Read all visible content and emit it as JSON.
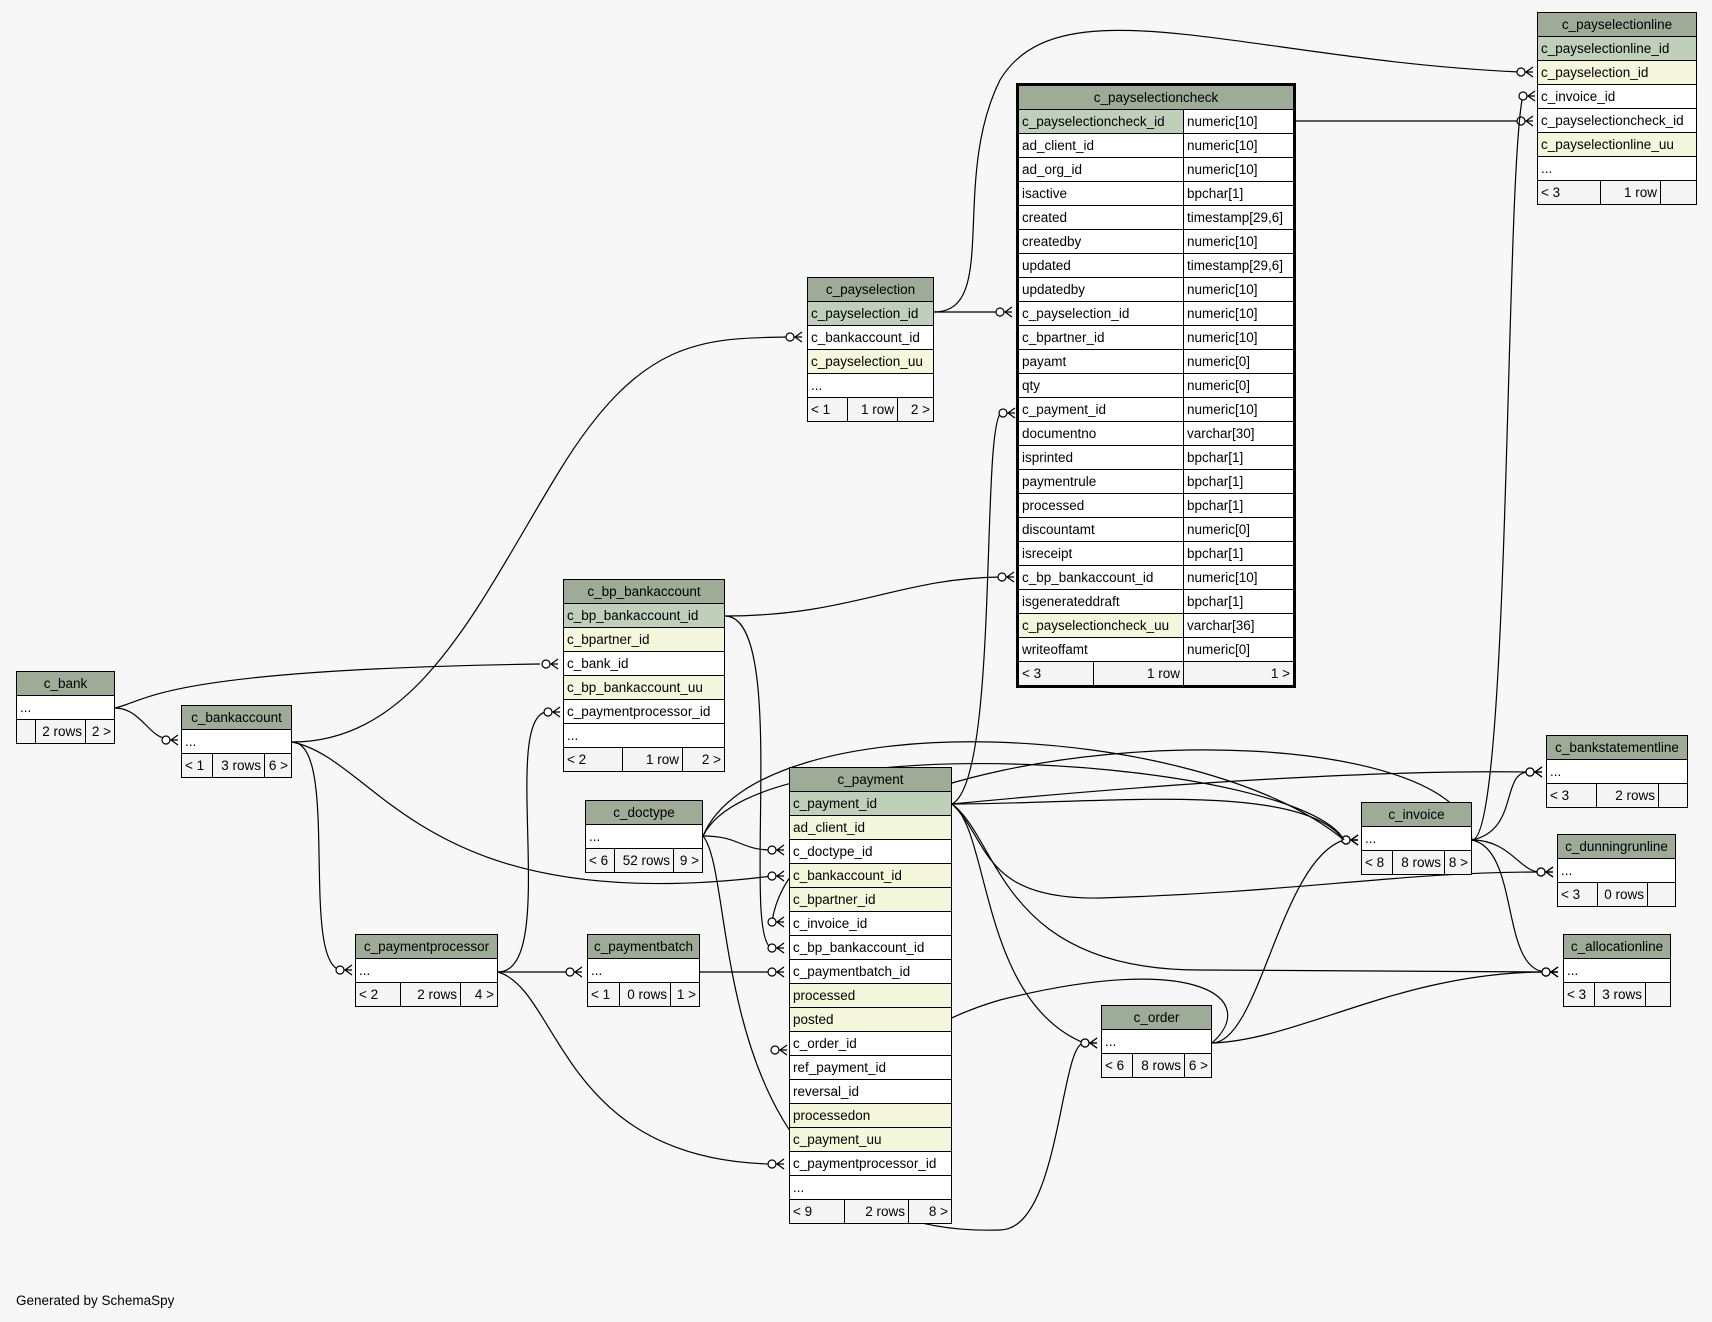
{
  "footer": "Generated by SchemaSpy",
  "tables": {
    "c_payselectionline": {
      "name": "c_payselectionline",
      "columns": [
        {
          "name": "c_payselectionline_id",
          "kind": "pk"
        },
        {
          "name": "c_payselection_id",
          "kind": "fk"
        },
        {
          "name": "c_invoice_id",
          "kind": "plain"
        },
        {
          "name": "c_payselectioncheck_id",
          "kind": "plain"
        },
        {
          "name": "c_payselectionline_uu",
          "kind": "fk"
        },
        {
          "name": "...",
          "kind": "plain"
        }
      ],
      "footer": {
        "parents": "< 3",
        "rows": "1 row",
        "children": ""
      }
    },
    "c_payselectioncheck": {
      "name": "c_payselectioncheck",
      "columns": [
        {
          "name": "c_payselectioncheck_id",
          "type": "numeric[10]",
          "kind": "pk"
        },
        {
          "name": "ad_client_id",
          "type": "numeric[10]",
          "kind": "plain"
        },
        {
          "name": "ad_org_id",
          "type": "numeric[10]",
          "kind": "plain"
        },
        {
          "name": "isactive",
          "type": "bpchar[1]",
          "kind": "plain"
        },
        {
          "name": "created",
          "type": "timestamp[29,6]",
          "kind": "plain"
        },
        {
          "name": "createdby",
          "type": "numeric[10]",
          "kind": "plain"
        },
        {
          "name": "updated",
          "type": "timestamp[29,6]",
          "kind": "plain"
        },
        {
          "name": "updatedby",
          "type": "numeric[10]",
          "kind": "plain"
        },
        {
          "name": "c_payselection_id",
          "type": "numeric[10]",
          "kind": "plain"
        },
        {
          "name": "c_bpartner_id",
          "type": "numeric[10]",
          "kind": "plain"
        },
        {
          "name": "payamt",
          "type": "numeric[0]",
          "kind": "plain"
        },
        {
          "name": "qty",
          "type": "numeric[0]",
          "kind": "plain"
        },
        {
          "name": "c_payment_id",
          "type": "numeric[10]",
          "kind": "plain"
        },
        {
          "name": "documentno",
          "type": "varchar[30]",
          "kind": "plain"
        },
        {
          "name": "isprinted",
          "type": "bpchar[1]",
          "kind": "plain"
        },
        {
          "name": "paymentrule",
          "type": "bpchar[1]",
          "kind": "plain"
        },
        {
          "name": "processed",
          "type": "bpchar[1]",
          "kind": "plain"
        },
        {
          "name": "discountamt",
          "type": "numeric[0]",
          "kind": "plain"
        },
        {
          "name": "isreceipt",
          "type": "bpchar[1]",
          "kind": "plain"
        },
        {
          "name": "c_bp_bankaccount_id",
          "type": "numeric[10]",
          "kind": "plain"
        },
        {
          "name": "isgenerateddraft",
          "type": "bpchar[1]",
          "kind": "plain"
        },
        {
          "name": "c_payselectioncheck_uu",
          "type": "varchar[36]",
          "kind": "fk"
        },
        {
          "name": "writeoffamt",
          "type": "numeric[0]",
          "kind": "plain"
        }
      ],
      "footer": {
        "parents": "< 3",
        "rows": "1 row",
        "children": "1 >"
      }
    },
    "c_payselection": {
      "name": "c_payselection",
      "columns": [
        {
          "name": "c_payselection_id",
          "kind": "pk"
        },
        {
          "name": "c_bankaccount_id",
          "kind": "plain"
        },
        {
          "name": "c_payselection_uu",
          "kind": "fk"
        },
        {
          "name": "...",
          "kind": "plain"
        }
      ],
      "footer": {
        "parents": "< 1",
        "rows": "1 row",
        "children": "2 >"
      }
    },
    "c_bp_bankaccount": {
      "name": "c_bp_bankaccount",
      "columns": [
        {
          "name": "c_bp_bankaccount_id",
          "kind": "pk"
        },
        {
          "name": "c_bpartner_id",
          "kind": "fk"
        },
        {
          "name": "c_bank_id",
          "kind": "plain"
        },
        {
          "name": "c_bp_bankaccount_uu",
          "kind": "fk"
        },
        {
          "name": "c_paymentprocessor_id",
          "kind": "plain"
        },
        {
          "name": "...",
          "kind": "plain"
        }
      ],
      "footer": {
        "parents": "< 2",
        "rows": "1 row",
        "children": "2 >"
      }
    },
    "c_bank": {
      "name": "c_bank",
      "columns": [
        {
          "name": "...",
          "kind": "plain"
        }
      ],
      "footer": {
        "parents": "",
        "rows": "2 rows",
        "children": "2 >"
      }
    },
    "c_bankaccount": {
      "name": "c_bankaccount",
      "columns": [
        {
          "name": "...",
          "kind": "plain"
        }
      ],
      "footer": {
        "parents": "< 1",
        "rows": "3 rows",
        "children": "6 >"
      }
    },
    "c_doctype": {
      "name": "c_doctype",
      "columns": [
        {
          "name": "...",
          "kind": "plain"
        }
      ],
      "footer": {
        "parents": "< 6",
        "rows": "52 rows",
        "children": "9 >"
      }
    },
    "c_payment": {
      "name": "c_payment",
      "columns": [
        {
          "name": "c_payment_id",
          "kind": "pk"
        },
        {
          "name": "ad_client_id",
          "kind": "fk"
        },
        {
          "name": "c_doctype_id",
          "kind": "plain"
        },
        {
          "name": "c_bankaccount_id",
          "kind": "fk"
        },
        {
          "name": "c_bpartner_id",
          "kind": "fk"
        },
        {
          "name": "c_invoice_id",
          "kind": "plain"
        },
        {
          "name": "c_bp_bankaccount_id",
          "kind": "plain"
        },
        {
          "name": "c_paymentbatch_id",
          "kind": "plain"
        },
        {
          "name": "processed",
          "kind": "fk"
        },
        {
          "name": "posted",
          "kind": "fk"
        },
        {
          "name": "c_order_id",
          "kind": "plain"
        },
        {
          "name": "ref_payment_id",
          "kind": "plain"
        },
        {
          "name": "reversal_id",
          "kind": "plain"
        },
        {
          "name": "processedon",
          "kind": "fk"
        },
        {
          "name": "c_payment_uu",
          "kind": "fk"
        },
        {
          "name": "c_paymentprocessor_id",
          "kind": "plain"
        },
        {
          "name": "...",
          "kind": "plain"
        }
      ],
      "footer": {
        "parents": "< 9",
        "rows": "2 rows",
        "children": "8 >"
      }
    },
    "c_paymentprocessor": {
      "name": "c_paymentprocessor",
      "columns": [
        {
          "name": "...",
          "kind": "plain"
        }
      ],
      "footer": {
        "parents": "< 2",
        "rows": "2 rows",
        "children": "4 >"
      }
    },
    "c_paymentbatch": {
      "name": "c_paymentbatch",
      "columns": [
        {
          "name": "...",
          "kind": "plain"
        }
      ],
      "footer": {
        "parents": "< 1",
        "rows": "0 rows",
        "children": "1 >"
      }
    },
    "c_order": {
      "name": "c_order",
      "columns": [
        {
          "name": "...",
          "kind": "plain"
        }
      ],
      "footer": {
        "parents": "< 6",
        "rows": "8 rows",
        "children": "6 >"
      }
    },
    "c_invoice": {
      "name": "c_invoice",
      "columns": [
        {
          "name": "...",
          "kind": "plain"
        }
      ],
      "footer": {
        "parents": "< 8",
        "rows": "8 rows",
        "children": "8 >"
      }
    },
    "c_bankstatementline": {
      "name": "c_bankstatementline",
      "columns": [
        {
          "name": "...",
          "kind": "plain"
        }
      ],
      "footer": {
        "parents": "< 3",
        "rows": "2 rows",
        "children": ""
      }
    },
    "c_dunningrunline": {
      "name": "c_dunningrunline",
      "columns": [
        {
          "name": "...",
          "kind": "plain"
        }
      ],
      "footer": {
        "parents": "< 3",
        "rows": "0 rows",
        "children": ""
      }
    },
    "c_allocationline": {
      "name": "c_allocationline",
      "columns": [
        {
          "name": "...",
          "kind": "plain"
        }
      ],
      "footer": {
        "parents": "< 3",
        "rows": "3 rows",
        "children": ""
      }
    }
  }
}
